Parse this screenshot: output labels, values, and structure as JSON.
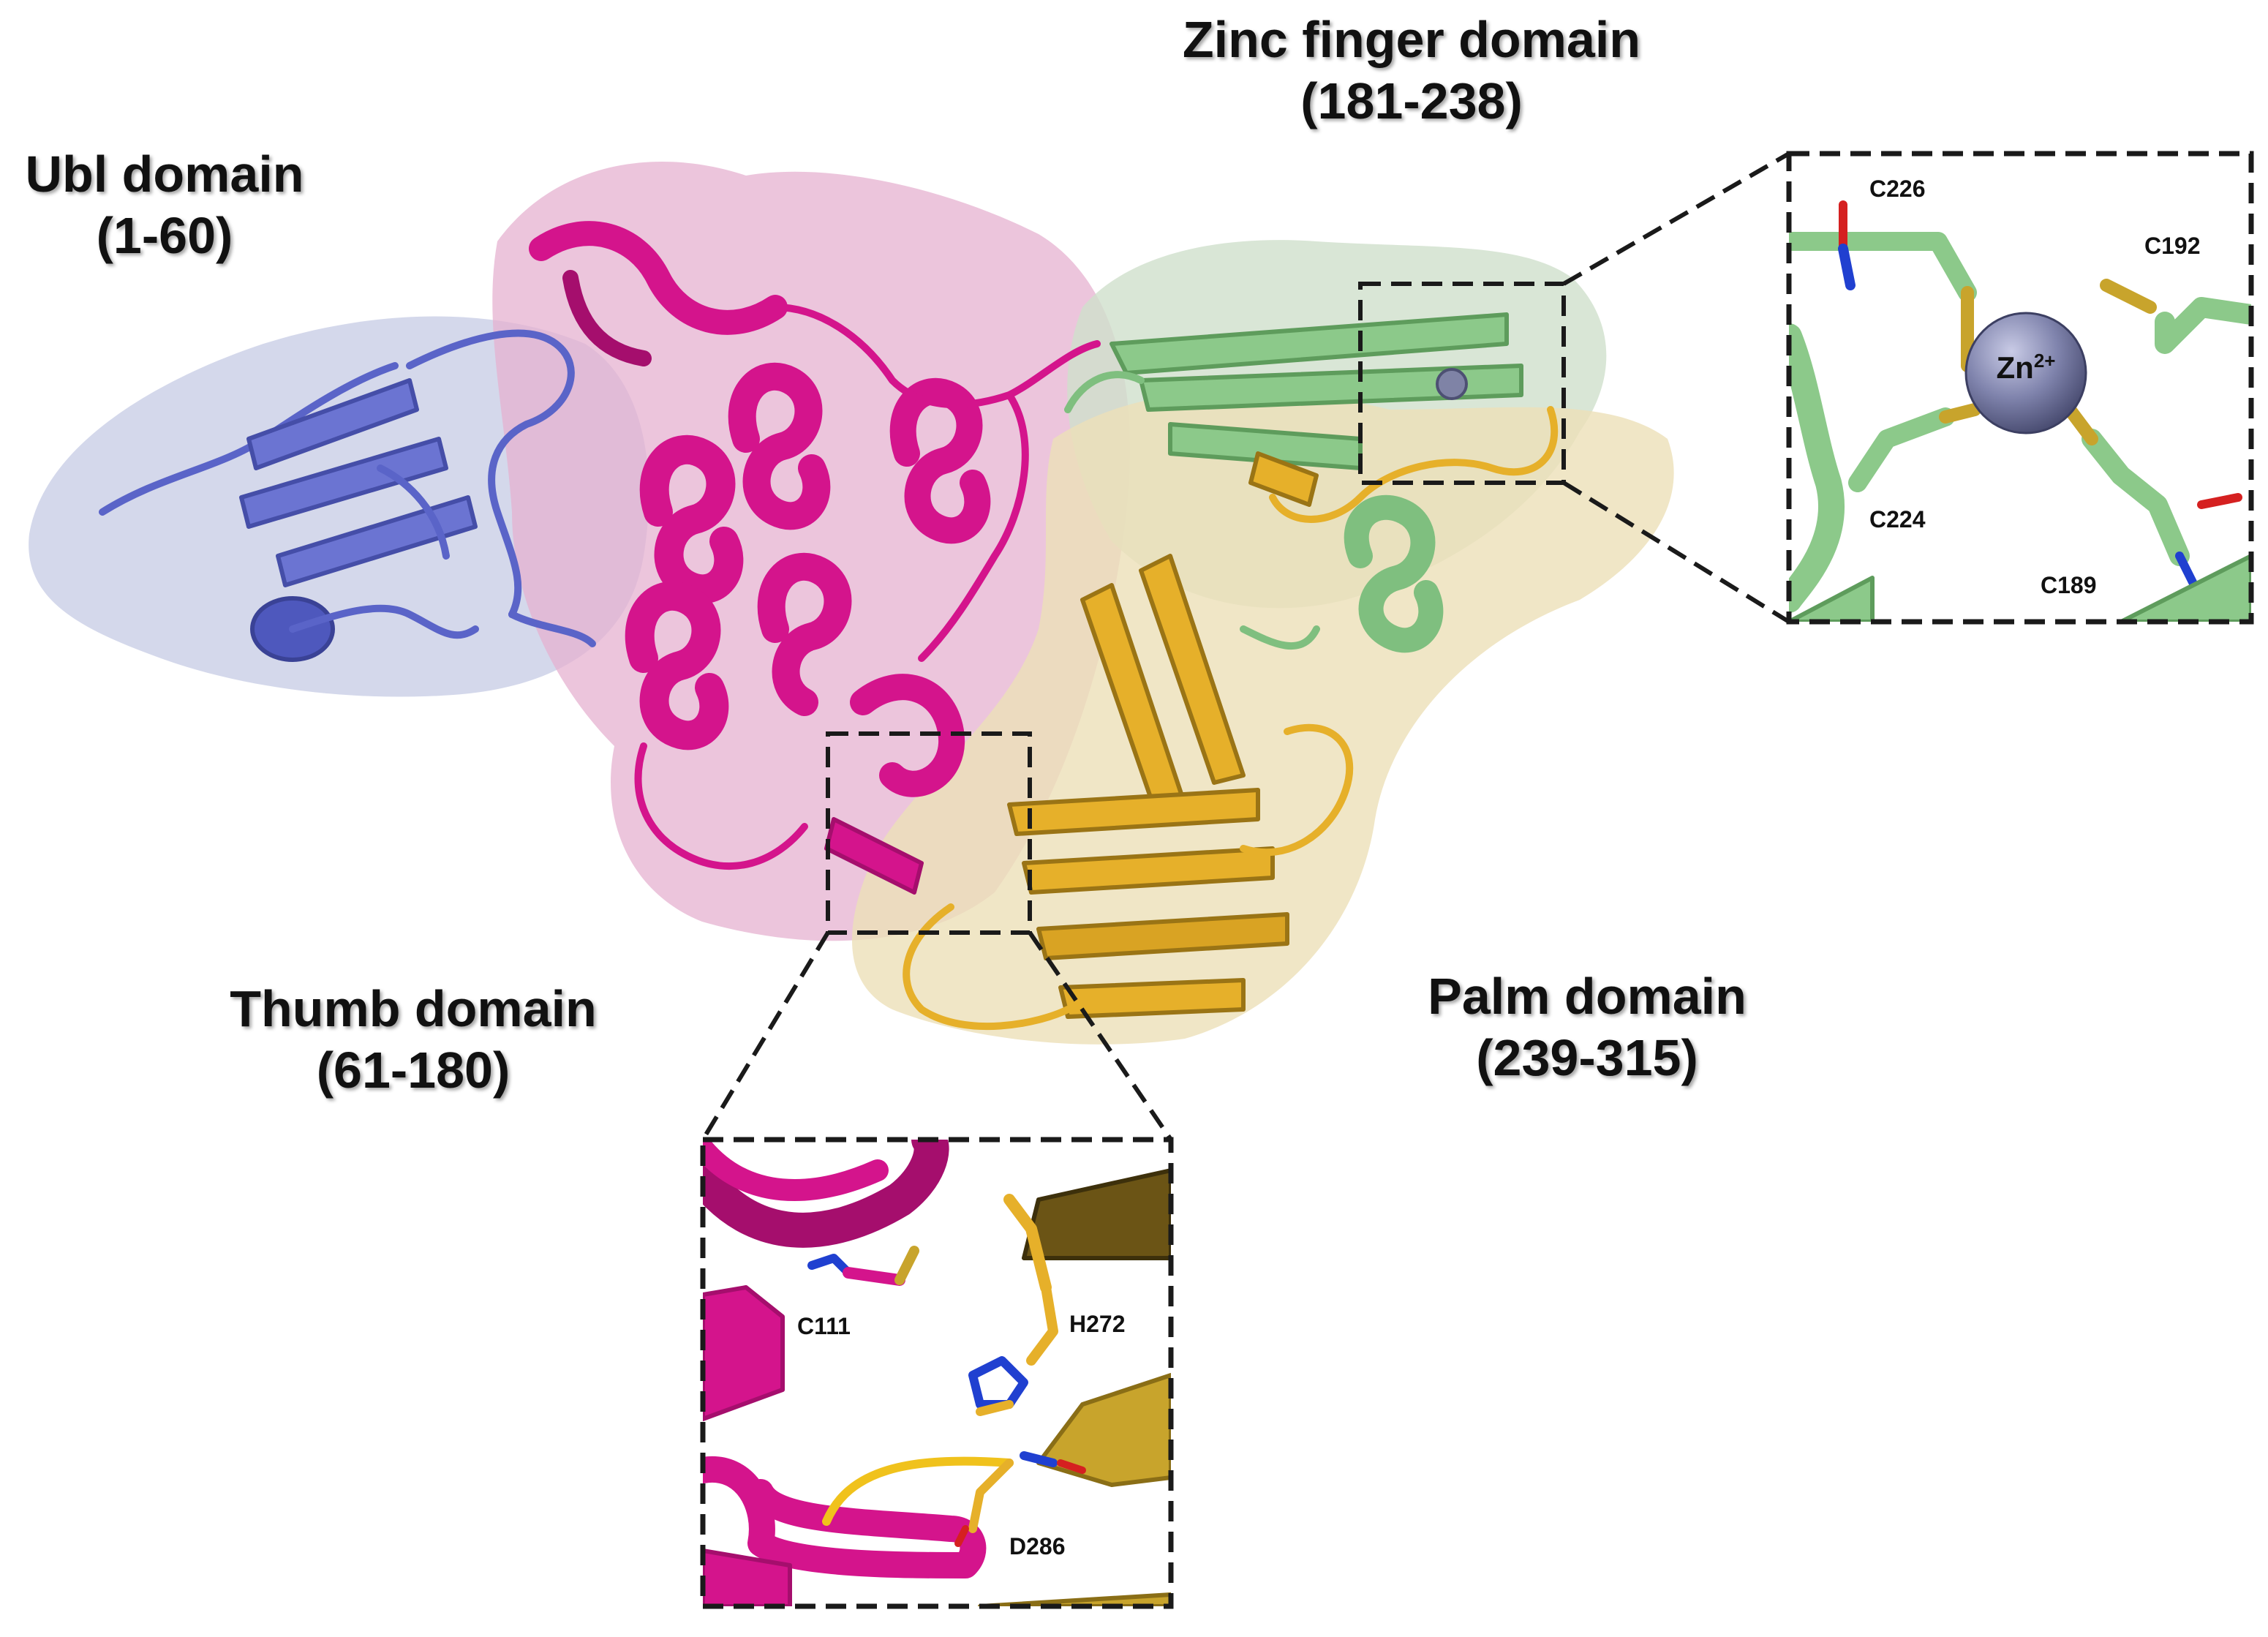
{
  "domains": [
    {
      "name": "Ubl domain",
      "range": "(1-60)",
      "color": "#5a64c8"
    },
    {
      "name": "Thumb domain",
      "range": "(61-180)",
      "color": "#d4148c"
    },
    {
      "name": "Zinc finger domain",
      "range": "(181-238)",
      "color": "#7fbf7f"
    },
    {
      "name": "Palm domain",
      "range": "(239-315)",
      "color": "#e6b02a"
    }
  ],
  "zinc_inset": {
    "ion_label": "Zn",
    "ion_charge": "2+",
    "residues": [
      "C226",
      "C192",
      "C224",
      "C189"
    ]
  },
  "catalytic_inset": {
    "residues": [
      "C111",
      "H272",
      "D286"
    ]
  }
}
